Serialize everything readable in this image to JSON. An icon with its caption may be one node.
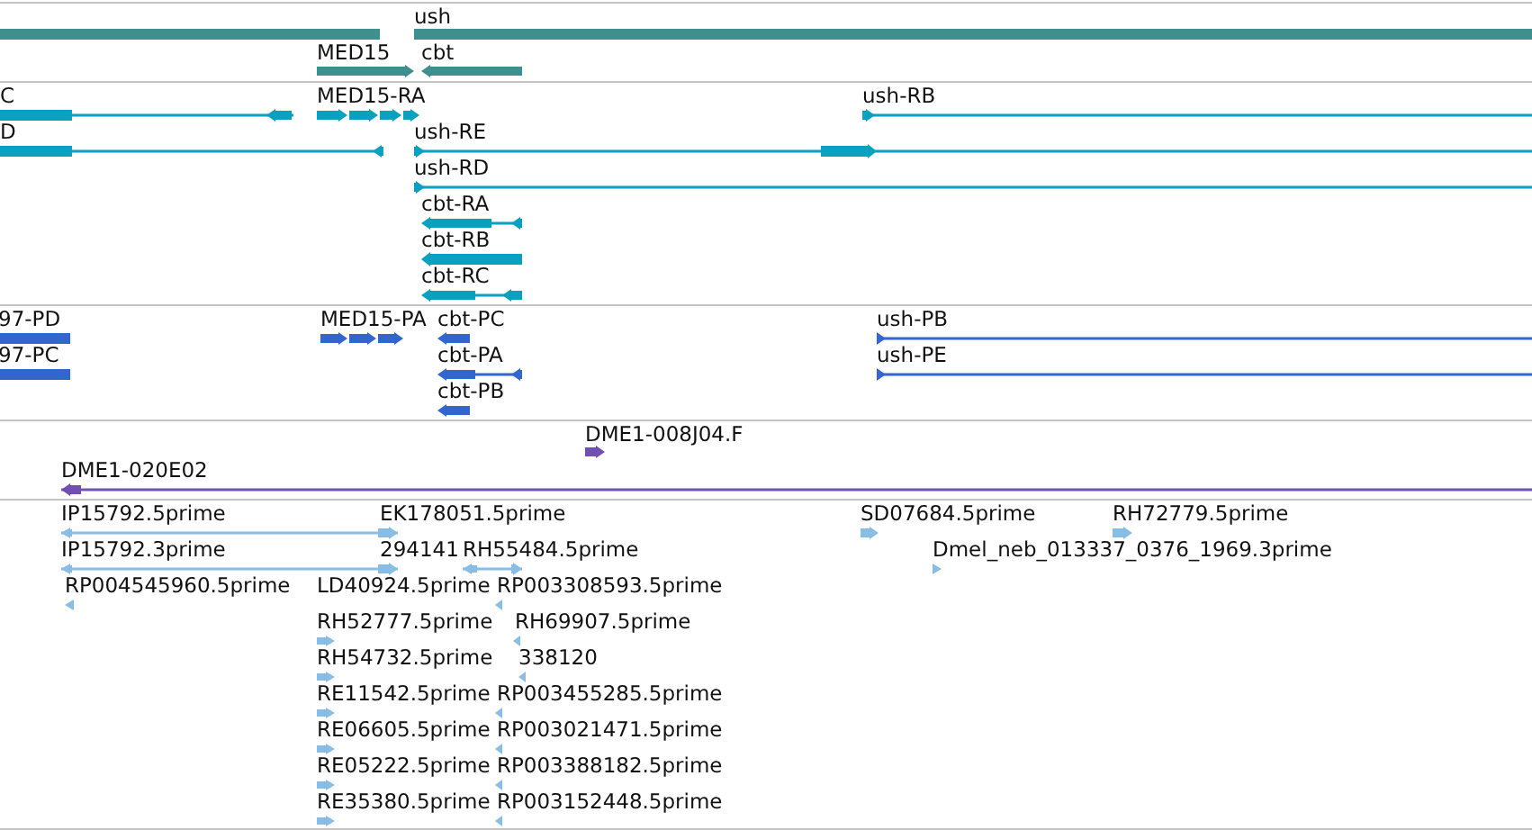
{
  "diagram": {
    "labels": [
      "ush",
      "MED15",
      "cbt",
      "C",
      "MED15-RA",
      "ush-RB",
      "D",
      "ush-RE",
      "ush-RD",
      "cbt-RA",
      "cbt-RB",
      "cbt-RC",
      "97-PD",
      "MED15-PA",
      "cbt-PC",
      "ush-PB",
      "97-PC",
      "cbt-PA",
      "ush-PE",
      "cbt-PB",
      "DME1-008J04.F",
      "DME1-020E02",
      "IP15792.5prime",
      "EK178051.5prime",
      "SD07684.5prime",
      "RH72779.5prime",
      "IP15792.3prime",
      "294141",
      "RH55484.5prime",
      "Dmel_neb_013337_0376_1969.3prime",
      "RP004545960.5prime",
      "LD40924.5prime",
      "RP003308593.5prime",
      "RH52777.5prime",
      "RH69907.5prime",
      "RH54732.5prime",
      "338120",
      "RE11542.5prime",
      "RP003455285.5prime",
      "RE06605.5prime",
      "RP003021471.5prime",
      "RE05222.5prime",
      "RP003388182.5prime",
      "RE35380.5prime",
      "RP003152448.5prime"
    ]
  }
}
